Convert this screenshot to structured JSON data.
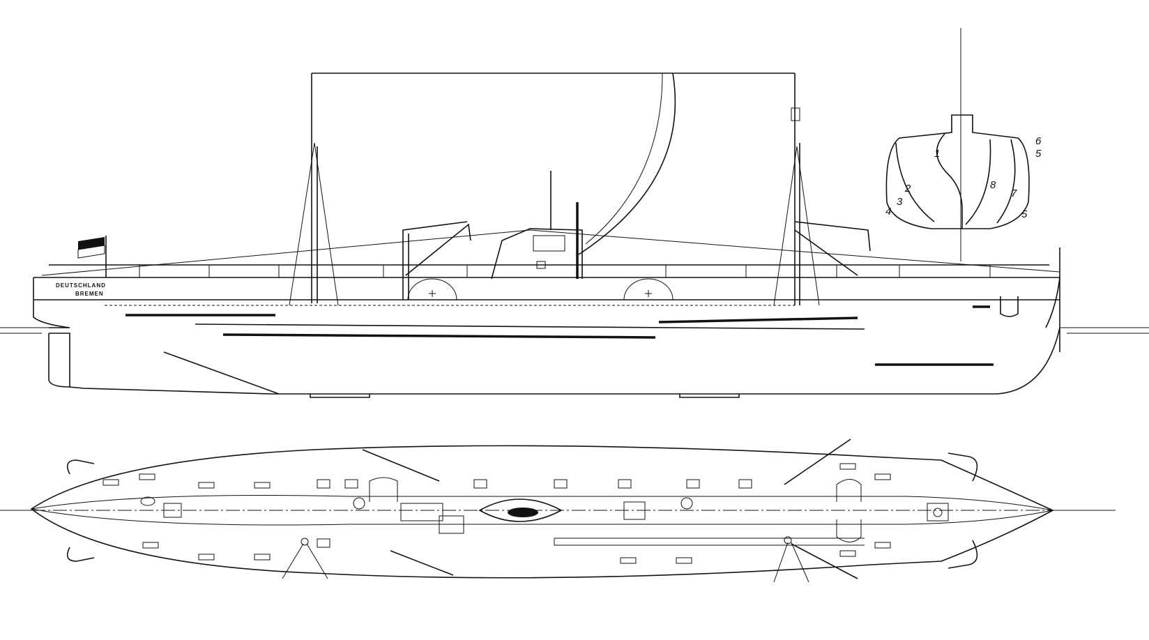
{
  "drawing": {
    "hull_lettering": {
      "line1": "DEUTSCHLAND",
      "line2": "BREMEN"
    },
    "section_numbers": [
      "1",
      "2",
      "3",
      "4",
      "5",
      "5",
      "6",
      "7",
      "8"
    ],
    "colors": {
      "ink": "#111111",
      "paper": "#ffffff"
    }
  }
}
